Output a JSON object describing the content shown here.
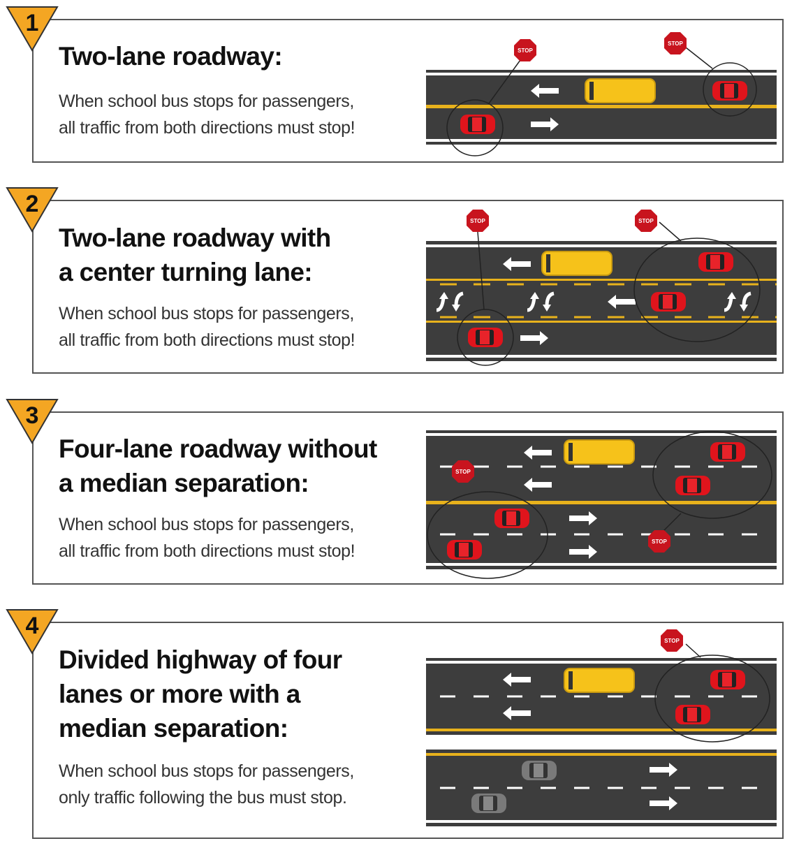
{
  "stop_sign_label": "STOP",
  "sections": [
    {
      "number": "1",
      "title_lines": [
        "Two-lane roadway:"
      ],
      "body_lines": [
        "When school bus stops for passengers,",
        "all traffic from both directions must stop!"
      ]
    },
    {
      "number": "2",
      "title_lines": [
        "Two-lane roadway with",
        "a center turning lane:"
      ],
      "body_lines": [
        "When school bus stops for passengers,",
        "all traffic from both directions must stop!"
      ]
    },
    {
      "number": "3",
      "title_lines": [
        "Four-lane roadway without",
        "a median separation:"
      ],
      "body_lines": [
        "When school bus stops for passengers,",
        "all traffic from both directions must stop!"
      ]
    },
    {
      "number": "4",
      "title_lines": [
        "Divided highway of four",
        "lanes or more with a",
        "median separation:"
      ],
      "body_lines": [
        "When school bus stops for passengers,",
        "only traffic following the bus must stop."
      ]
    }
  ],
  "colors": {
    "road": "#3d3d3d",
    "yellow_line": "#e8b21c",
    "bus": "#f6c21a",
    "stopped_car": "#e0141c",
    "moving_car": "#777777",
    "stop_sign": "#c8141e",
    "badge": "#f4a623"
  }
}
